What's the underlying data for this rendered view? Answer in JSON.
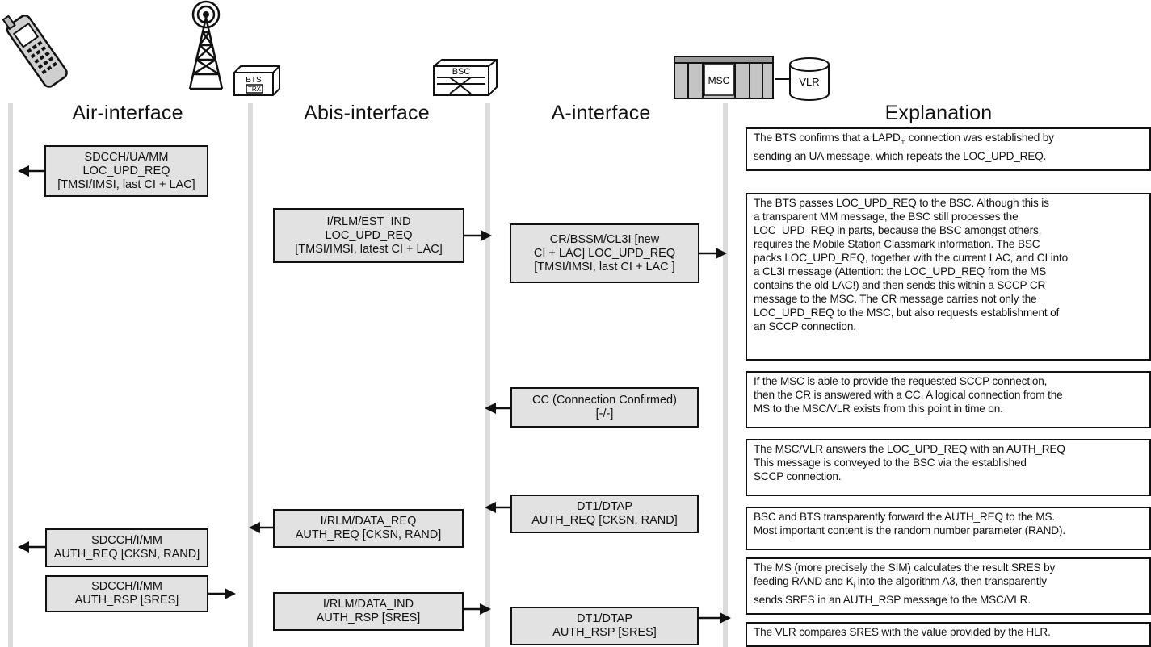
{
  "headers": {
    "air": "Air-interface",
    "abis": "Abis-interface",
    "a": "A-interface",
    "explanation": "Explanation"
  },
  "equipment": {
    "bts_label": "BTS",
    "trx_label": "TRX",
    "bsc_label": "BSC",
    "msc_label": "MSC",
    "vlr_label": "VLR"
  },
  "messages": {
    "m1": [
      "SDCCH/UA/MM",
      "LOC_UPD_REQ",
      "[TMSI/IMSI, last CI + LAC]"
    ],
    "m2": [
      "I/RLM/EST_IND",
      "LOC_UPD_REQ",
      "[TMSI/IMSI, latest CI + LAC]"
    ],
    "m3": [
      "CR/BSSM/CL3I [new",
      "CI + LAC] LOC_UPD_REQ",
      "[TMSI/IMSI, last CI + LAC ]"
    ],
    "m4": [
      "CC (Connection Confirmed)",
      "[-/-]"
    ],
    "m5": [
      "DT1/DTAP",
      "AUTH_REQ [CKSN, RAND]"
    ],
    "m6": [
      "I/RLM/DATA_REQ",
      "AUTH_REQ [CKSN, RAND]"
    ],
    "m7": [
      "SDCCH/I/MM",
      "AUTH_REQ [CKSN, RAND]"
    ],
    "m8": [
      "SDCCH/I/MM",
      "AUTH_RSP [SRES]"
    ],
    "m9": [
      "I/RLM/DATA_IND",
      "AUTH_RSP [SRES]"
    ],
    "m10": [
      "DT1/DTAP",
      "AUTH_RSP [SRES]"
    ]
  },
  "explanations": {
    "e1": {
      "line1_pre": "The BTS confirms that a LAPD",
      "line1_sub": "m",
      "line1_post": " connection was established by",
      "line2": "sending an UA message, which repeats the LOC_UPD_REQ."
    },
    "e2": [
      "The BTS passes LOC_UPD_REQ to the BSC. Although this is",
      "a transparent MM message, the BSC still processes the",
      "LOC_UPD_REQ in parts, because the BSC amongst others,",
      "requires the Mobile Station Classmark information. The BSC",
      "packs LOC_UPD_REQ, together with the current LAC, and CI into",
      "a CL3I message (Attention: the LOC_UPD_REQ from the MS",
      "contains the old LAC!) and then sends this within a SCCP CR",
      "message to the MSC. The CR message carries not only the",
      "LOC_UPD_REQ to the MSC, but also requests establishment of",
      "an SCCP connection."
    ],
    "e3": [
      "If the MSC is able to provide the requested SCCP connection,",
      "then the CR is answered with a CC. A logical connection from the",
      "MS to the MSC/VLR exists from this point in time on."
    ],
    "e4": [
      "The MSC/VLR answers the LOC_UPD_REQ with an AUTH_REQ",
      "This message is conveyed to the BSC via the established",
      "SCCP connection."
    ],
    "e5": [
      "BSC and BTS transparently forward the AUTH_REQ to the MS.",
      "Most important content is the random number parameter (RAND)."
    ],
    "e6": {
      "line1": "The MS (more precisely the SIM) calculates the result SRES by",
      "line2_pre": "feeding RAND and K",
      "line2_sub": "i",
      "line2_post": " into the algorithm A3, then transparently",
      "line3": "sends SRES in an AUTH_RSP message to the MSC/VLR."
    },
    "e7": [
      "The VLR compares SRES with the value provided by the HLR."
    ]
  }
}
